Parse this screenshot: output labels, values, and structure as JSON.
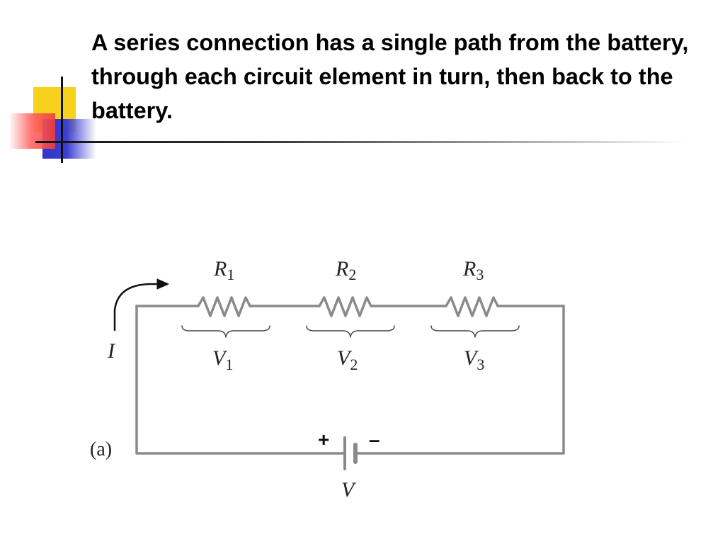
{
  "slide": {
    "title": "A series connection has a single path from the battery, through each circuit element in turn, then back to the battery."
  },
  "diagram": {
    "resistors": [
      {
        "name": "R",
        "sub": "1",
        "voltage": "V",
        "voltage_sub": "1"
      },
      {
        "name": "R",
        "sub": "2",
        "voltage": "V",
        "voltage_sub": "2"
      },
      {
        "name": "R",
        "sub": "3",
        "voltage": "V",
        "voltage_sub": "3"
      }
    ],
    "current_label": "I",
    "panel_label": "(a)",
    "battery": {
      "plus": "+",
      "minus": "–",
      "label": "V"
    },
    "wire_color": "#8a8a8a"
  }
}
